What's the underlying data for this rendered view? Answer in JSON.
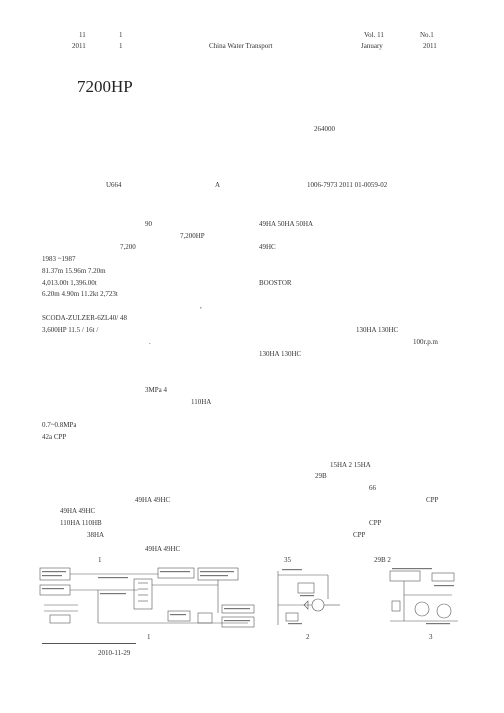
{
  "header": {
    "issue_no": "11",
    "issue_num": "1",
    "vol": "Vol. 11",
    "no": "No.1",
    "year_left": "2011",
    "issue_num2": "1",
    "journal": "China Water Transport",
    "month": "January",
    "year_right": "2011"
  },
  "title": "7200HP",
  "code_264000": "264000",
  "classification": {
    "clc": "U664",
    "doc_code": "A",
    "article_no": "1006-7973   2011   01-0059-02"
  },
  "left_col": [
    "90",
    "7,200HP",
    "7,200",
    "1983   ~1987",
    "81.37m          15.96m           7.20m",
    "4,013.00t               1,396.00t",
    "6.20m                 4.90m          11.2kt           2,723t",
    ",",
    "SCODA-ZULZER-6ZL40/ 48",
    "3,600HP                11.5    /                 16t /",
    ".",
    "3MPa                      4",
    "110HA",
    "0.7~0.8MPa",
    "42a          CPP",
    "49HA    49HC",
    "49HA     49HC",
    "110HA      110HB",
    "38HA",
    "49HA    49HC",
    "1"
  ],
  "right_col": [
    "49HA      50HA                      50HA",
    "49HC",
    "BOOSTOR",
    "130HA    130HC",
    "100r.p.m",
    "130HA                   130HC",
    "15HA              2               15HA",
    "29B",
    "66",
    "CPP",
    "CPP",
    "CPP",
    "35",
    "29B      2"
  ],
  "figure_captions": {
    "fig1": "1",
    "fig2": "2",
    "fig3": "3"
  },
  "footnote": {
    "received": "2010-11-29"
  }
}
